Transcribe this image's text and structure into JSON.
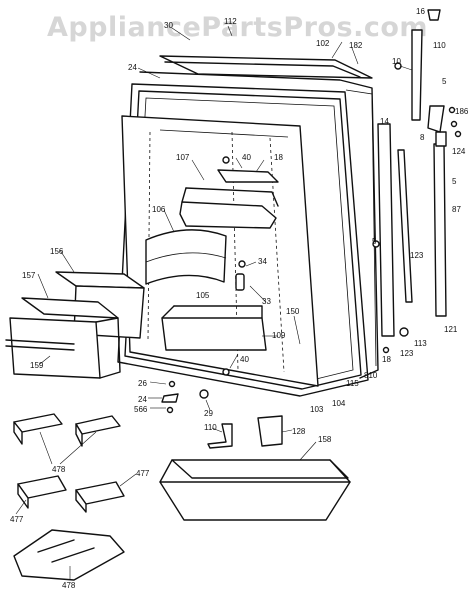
{
  "watermark": "AppliancePartsPros.com",
  "parts": {
    "p16": "16",
    "p112": "112",
    "p30": "30",
    "p102": "102",
    "p182": "182",
    "p110a": "110",
    "p24": "24",
    "p10": "10",
    "p5a": "5",
    "p186": "186",
    "p14": "14",
    "p8": "8",
    "p124": "124",
    "p5b": "5",
    "p87": "87",
    "p107": "107",
    "p40a": "40",
    "p18": "18",
    "p106": "106",
    "p123a": "123",
    "p5c": "5",
    "p156": "156",
    "p34": "34",
    "p157": "157",
    "p105": "105",
    "p33": "33",
    "p150": "150",
    "p109": "109",
    "p121": "121",
    "p113": "113",
    "p18b": "18",
    "p123b": "123",
    "p159": "159",
    "p40b": "40",
    "p26": "26",
    "p24b": "24",
    "p566": "566",
    "p29": "29",
    "p103": "103",
    "p104": "104",
    "p115": "115",
    "p810": "810",
    "p110b": "110",
    "p128": "128",
    "p478a": "478",
    "p477a": "477",
    "p158": "158",
    "p477b": "477",
    "p478b": "478"
  }
}
